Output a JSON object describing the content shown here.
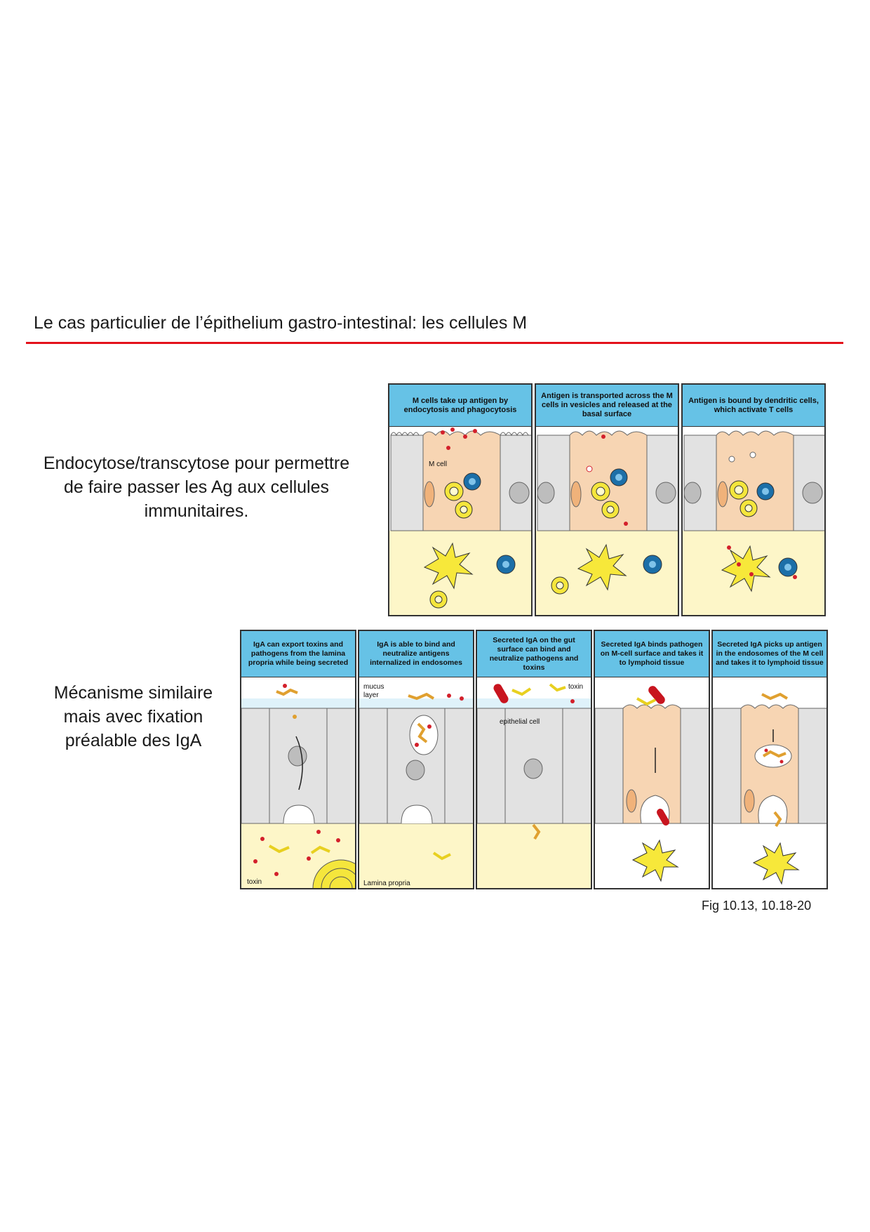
{
  "slide": {
    "title": "Le cas particulier de l’épithelium gastro-intestinal: les cellules M",
    "desc1": "Endocytose/transcytose pour permettre de faire passer les Ag aux cellules immunitaires.",
    "desc2": "Mécanisme similaire mais avec fixation préalable des IgA",
    "figure_ref": "Fig 10.13, 10.18-20",
    "accent_color": "#e3121b"
  },
  "figure_top": {
    "panels": [
      {
        "caption": "M cells take up antigen by endocytosis and phagocytosis",
        "label": "M cell"
      },
      {
        "caption": "Antigen is transported across the M cells in vesicles and released at the basal surface"
      },
      {
        "caption": "Antigen is bound by dendritic cells, which activate T cells"
      }
    ]
  },
  "figure_bottom": {
    "panels": [
      {
        "caption": "IgA can export toxins and pathogens from the lamina propria while being secreted",
        "label": "toxin"
      },
      {
        "caption": "IgA is able to bind and neutralize antigens internalized in endosomes",
        "label_mucus_1": "mucus",
        "label_mucus_2": "layer",
        "label_lp": "Lamina propria"
      },
      {
        "caption": "Secreted IgA on the gut surface can bind and neutralize pathogens and toxins",
        "label_toxin": "toxin",
        "label_epi": "epithelial cell"
      },
      {
        "caption": "Secreted IgA binds pathogen on M-cell surface and takes it to lymphoid tissue"
      },
      {
        "caption": "Secreted IgA picks up antigen in the endosomes of the M cell and takes it to lymphoid tissue"
      }
    ]
  },
  "colors": {
    "caption_bg": "#66c2e6",
    "epithelium": "#e2e2e2",
    "m_cell": "#f7d5b3",
    "lamina_propria": "#fdf6c8",
    "lymphocyte": "#f5e63c",
    "t_cell": "#1c6fa8",
    "dendritic": "#f7e83a",
    "antigen": "#d3202b"
  }
}
